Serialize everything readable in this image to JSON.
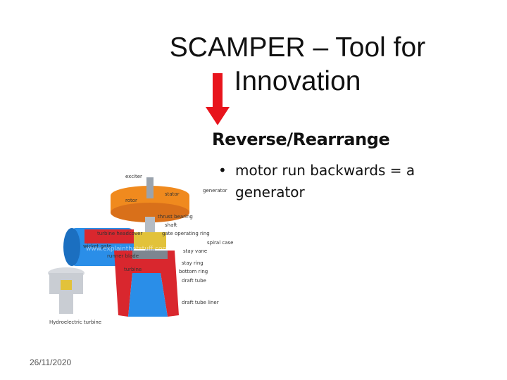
{
  "slide": {
    "title_line1": "SCAMPER – Tool for",
    "title_line2": "Innovation",
    "heading": "Reverse/Rearrange",
    "bullet_symbol": "•",
    "bullet_text": "motor run backwards = a generator",
    "date": "26/11/2020"
  },
  "diagram": {
    "labels": {
      "exciter": "exciter",
      "stator": "stator",
      "rotor": "rotor",
      "generator": "generator",
      "thrust_bearing": "thrust bearing",
      "shaft": "shaft",
      "turbine_headcover": "turbine headcover",
      "gate_operating_ring": "gate operating ring",
      "wicket_gate": "wicket gate",
      "spiral_case": "spiral case",
      "stay_vane": "stay vane",
      "runner_blade": "runner blade",
      "turbine": "turbine",
      "stay_ring": "stay ring",
      "bottom_ring": "bottom ring",
      "draft_tube": "draft tube",
      "draft_tube_liner": "draft tube liner",
      "hydroelectric_turbine": "Hydroelectric turbine"
    },
    "watermark": "www.explainthatstuff.com"
  },
  "colors": {
    "arrow": "#e8141c",
    "generator_orange": "#f08a1e",
    "spiral_blue": "#2a8ee8",
    "casing_red": "#d9272e",
    "text": "#111111"
  }
}
